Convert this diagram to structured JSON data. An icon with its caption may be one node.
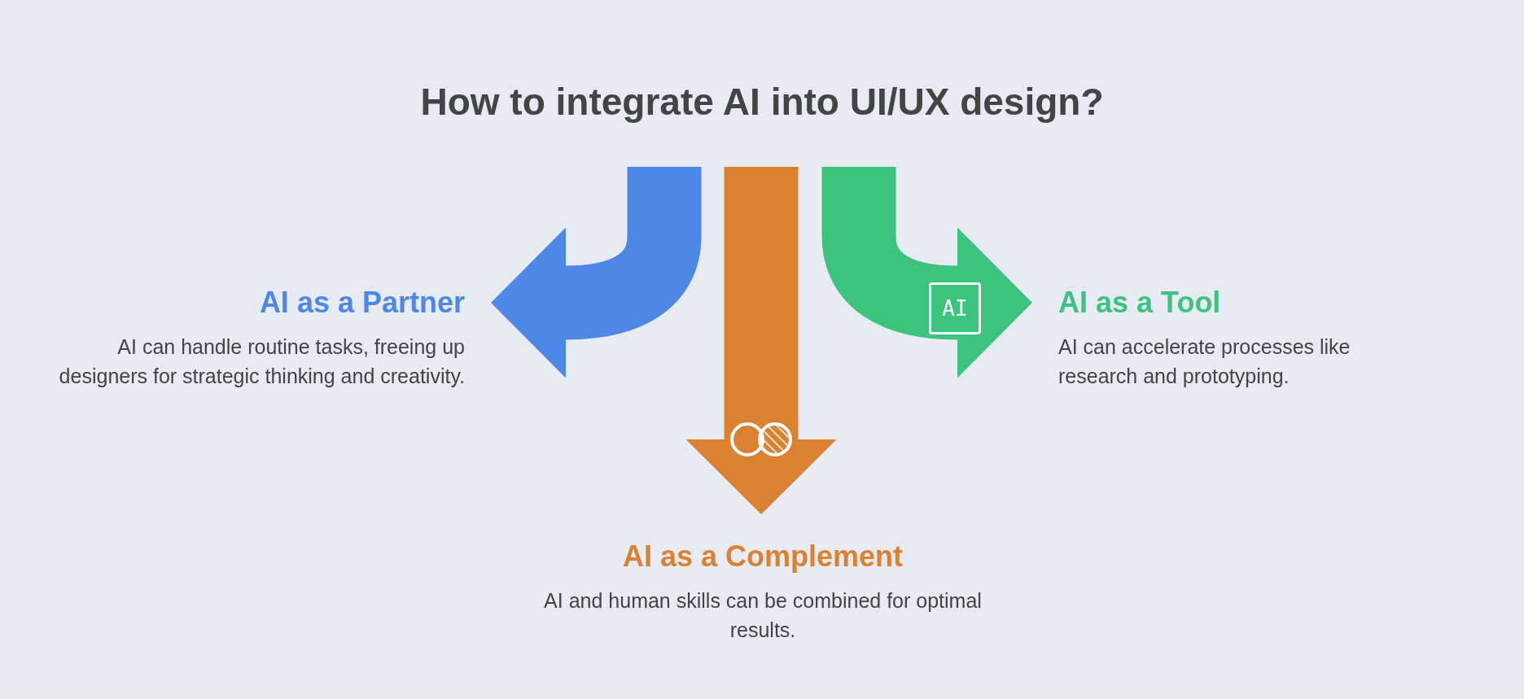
{
  "diagram": {
    "title": "How to integrate AI into UI/UX design?",
    "nodes": [
      {
        "text": [
          "AI as a Partner",
          "AI can handle routine tasks, freeing up designers for strategic thinking and creativity."
        ]
      },
      {
        "text": [
          "AI as a Complement",
          "AI and human skills can be combined for optimal results."
        ]
      },
      {
        "text": [
          "AI as a Tool",
          "AI can accelerate processes like research and prototyping."
        ]
      }
    ],
    "edges": [
      {
        "from": null,
        "to": 0,
        "arrow": "to",
        "color": "#4e88e6"
      },
      {
        "from": null,
        "to": 1,
        "arrow": "to",
        "color": "#db8232"
      },
      {
        "from": null,
        "to": 2,
        "arrow": "to",
        "color": "#3cc47f"
      }
    ],
    "labels": [
      "AI"
    ]
  }
}
